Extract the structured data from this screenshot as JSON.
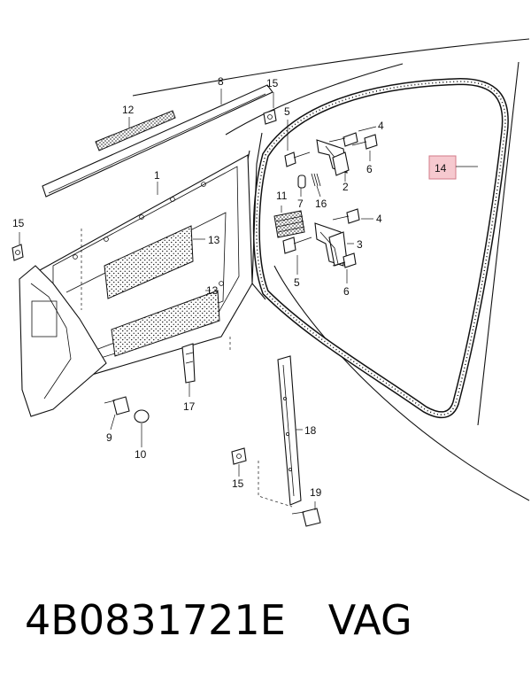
{
  "callouts": {
    "c1": "1",
    "c2": "2",
    "c3": "3",
    "c4a": "4",
    "c4b": "4",
    "c5a": "5",
    "c5b": "5",
    "c6a": "6",
    "c6b": "6",
    "c7": "7",
    "c8": "8",
    "c9": "9",
    "c10": "10",
    "c11": "11",
    "c12": "12",
    "c13a": "13",
    "c13b": "13",
    "c14": "14",
    "c15a": "15",
    "c15b": "15",
    "c15c": "15",
    "c16": "16",
    "c17": "17",
    "c18": "18",
    "c19": "19"
  },
  "highlight_color": "#f6c9cf",
  "caption": {
    "part_number": "4B0831721E",
    "brand": "VAG"
  }
}
